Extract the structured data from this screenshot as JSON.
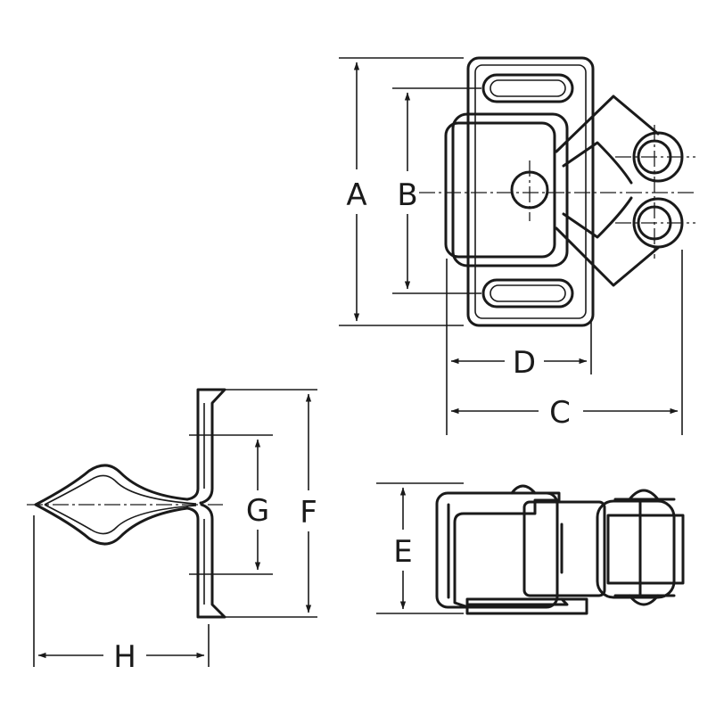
{
  "figure": {
    "colors": {
      "line": "#1a1a1a",
      "background": "#ffffff"
    }
  },
  "dimensions": {
    "A": "A",
    "B": "B",
    "C": "C",
    "D": "D",
    "E": "E",
    "F": "F",
    "G": "G",
    "H": "H"
  }
}
